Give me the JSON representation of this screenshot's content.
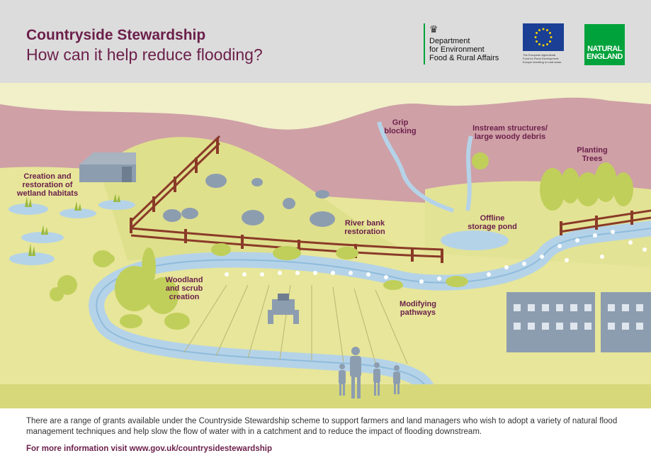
{
  "header": {
    "title": "Countryside Stewardship",
    "subtitle": "How can it help reduce flooding?"
  },
  "logos": {
    "defra": "Department\nfor Environment\nFood & Rural Affairs",
    "eu": "The European Agricultural\nFund for Rural Development:\nEurope investing in rural areas",
    "natural_england": "NATURAL\nENGLAND"
  },
  "labels": {
    "wetland": "Creation and\nrestoration of\nwetland habitats",
    "grip": "Grip\nblocking",
    "instream": "Instream structures/\nlarge woody debris",
    "planting": "Planting\nTrees",
    "riverbank": "River bank\nrestoration",
    "offline": "Offline\nstorage pond",
    "woodland": "Woodland\nand scrub\ncreation",
    "pathways": "Modifying\npathways"
  },
  "footer": {
    "text": "There are a range of grants available under the Countryside Stewardship scheme to support farmers and land managers who wish to adopt a variety of natural flood management techniques and help slow the flow of water with in a catchment and to reduce the impact of flooding downstream.",
    "link": "For more information visit www.gov.uk/countrysidestewardship"
  },
  "colors": {
    "brand": "#6b1f4a",
    "sky": "#f1f0c9",
    "hills": "#cfa0a6",
    "field": "#e7e69a",
    "water": "#b5d3e8",
    "fence": "#8a3a28",
    "tree": "#c0cf5a",
    "animal": "#8d9db0"
  }
}
